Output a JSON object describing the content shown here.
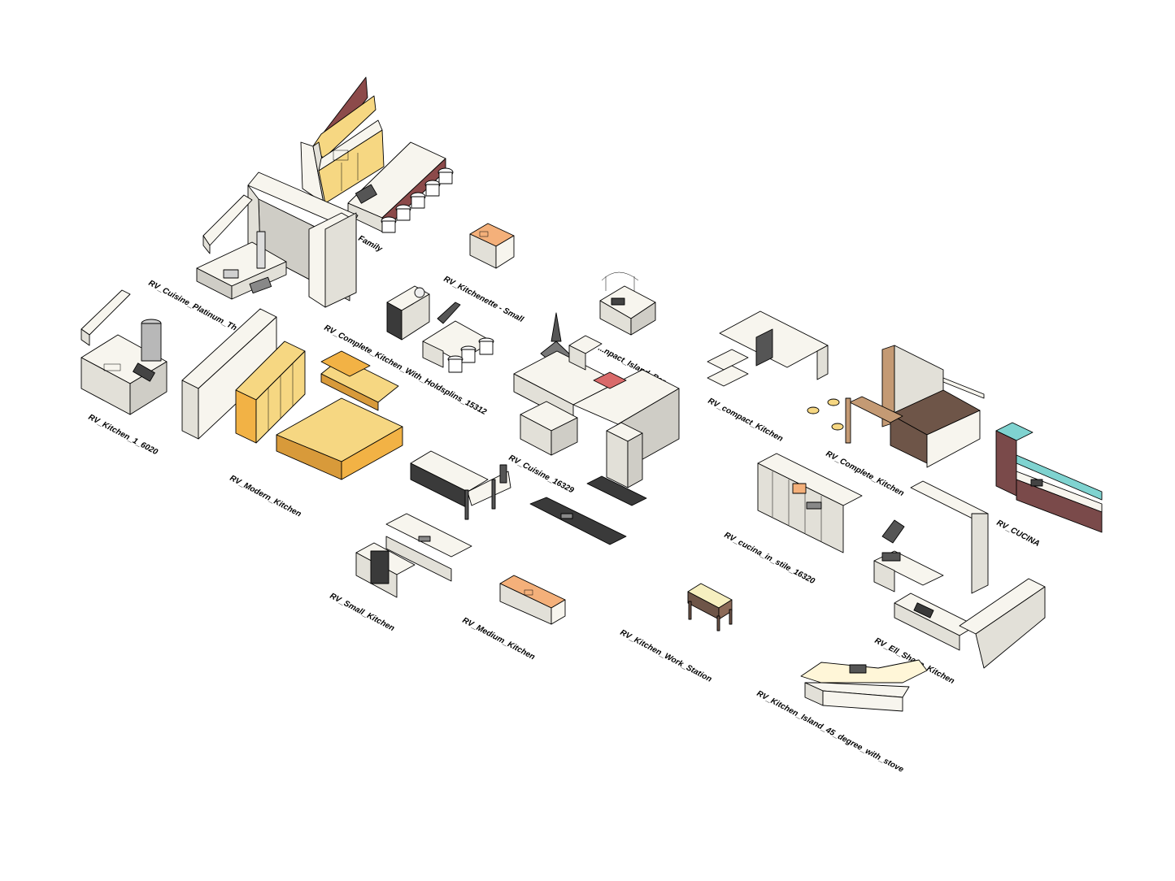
{
  "colors": {
    "cabinet_white": "#f7f5ee",
    "cabinet_side": "#e2e0d8",
    "cabinet_shade": "#cfcdc6",
    "yellow_light": "#f6d782",
    "orange": "#f2b245",
    "orange_dark": "#d89a3a",
    "brown": "#8c4a4a",
    "wood": "#c49a74",
    "dark_wood": "#6e5548",
    "cyan": "#7fd3d0",
    "maroon": "#7a4a4a",
    "counter_black": "#3a3a3a",
    "steel": "#b8b8b8",
    "peach": "#f4b07a",
    "red_accent": "#d96a6a"
  },
  "labels": {
    "cuisine_platinum": "RV_Cuisine_Platinum_Th",
    "family": "Family",
    "kitchenette_small": "RV_Kitchenette - Small",
    "complete_kitchen_holdsplins": "RV_Complete_Kitchen_With_Holdsplins_15312",
    "compact_island_bar": "...npact_Island_Bar",
    "kitchen_1": "RV_Kitchen_1_6020",
    "modern_kitchen": "RV_Modern_Kitchen",
    "cuisine_16329": "RV_Cuisine_16329",
    "compact_kitchen": "RV_compact_Kitchen",
    "complete_kitchen": "RV_Complete_Kitchen",
    "cucina": "RV_CUCINA",
    "cucina_in_stile": "RV_cucina_in_stile_16320",
    "small_kitchen": "RV_Small_Kitchen",
    "medium_kitchen": "RV_Medium_Kitchen",
    "kitchen_work_station": "RV_Kitchen_Work_Station",
    "ell_shape_kitchen": "RV_Ell_Shape_Kitchen",
    "kitchen_island_45": "RV_Kitchen_Island_45_degree_with_stove"
  }
}
